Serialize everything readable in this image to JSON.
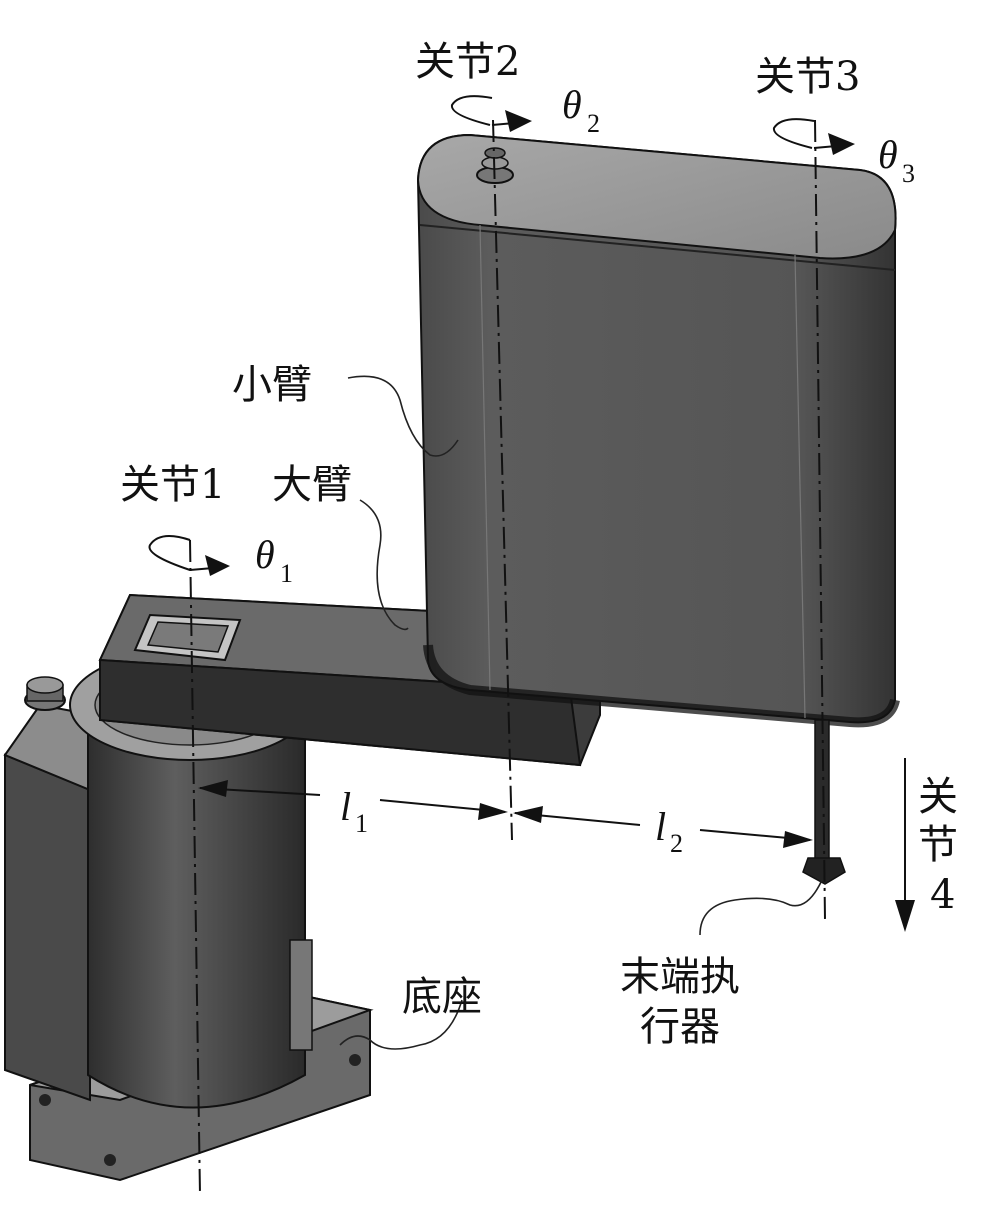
{
  "labels": {
    "joint1": "关节1",
    "joint2": "关节2",
    "joint3": "关节3",
    "joint4_line1": "关",
    "joint4_line2": "节",
    "joint4_line3": "4",
    "forearm": "小臂",
    "upper_arm": "大臂",
    "base": "底座",
    "end_effector_line1": "末端执",
    "end_effector_line2": "行器"
  },
  "symbols": {
    "theta": "θ",
    "l": "l",
    "sub1": "1",
    "sub2": "2",
    "sub3": "3"
  },
  "colors": {
    "body_dark": "#3a3a3a",
    "body_mid": "#5a5a5a",
    "body_light": "#8a8a8a",
    "top_face": "#9a9a9a",
    "line": "#111111"
  }
}
